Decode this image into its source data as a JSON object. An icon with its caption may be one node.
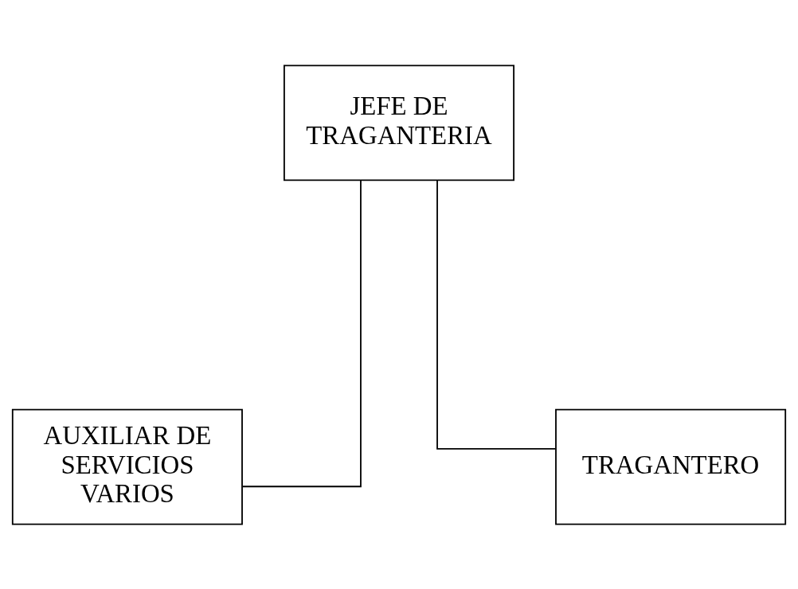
{
  "diagram": {
    "nodes": [
      {
        "text": [
          "JEFE DE TRAGANTERIA"
        ]
      },
      {
        "text": [
          "AUXILIAR DE SERVICIOS VARIOS"
        ]
      },
      {
        "text": [
          "TRAGANTERO"
        ]
      }
    ],
    "edges": [
      {
        "from": 0,
        "to": 1,
        "arrow": "none"
      },
      {
        "from": 0,
        "to": 2,
        "arrow": "none"
      }
    ]
  }
}
